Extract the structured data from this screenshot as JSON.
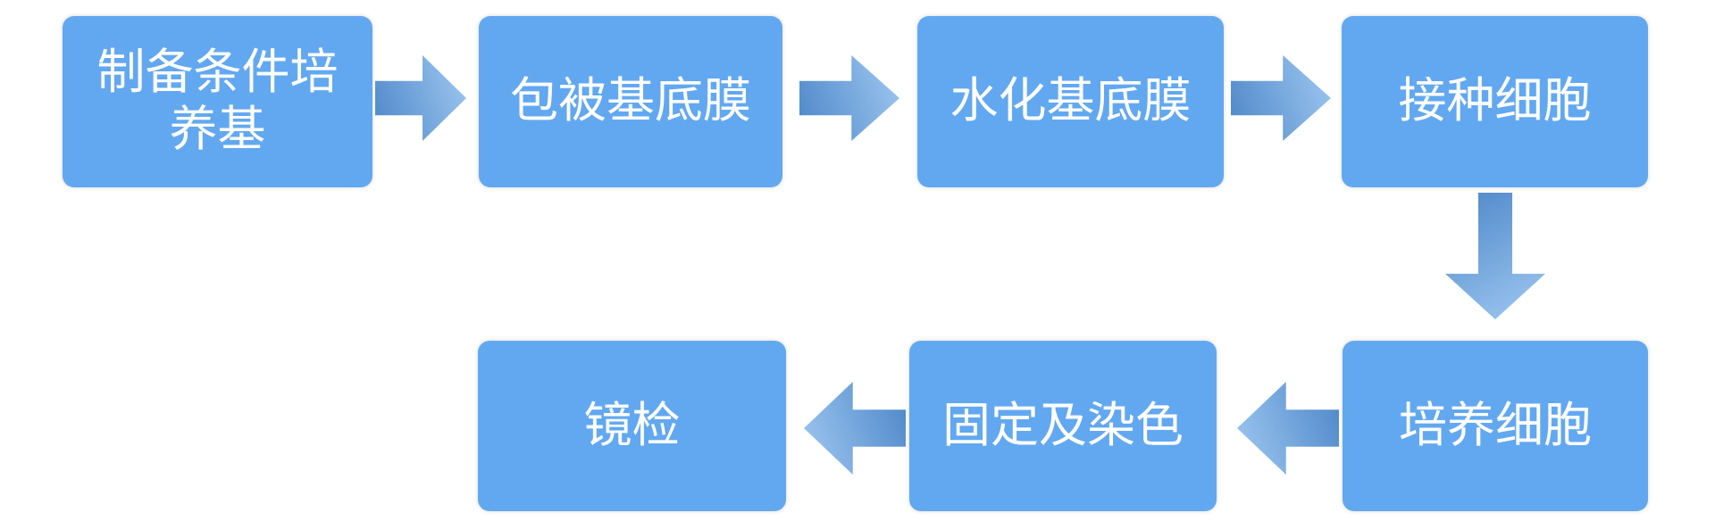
{
  "diagram": {
    "type": "flowchart",
    "colors": {
      "page-bg": "#ffffff",
      "node-fill": "#62a8f1",
      "node-text": "#ffffff",
      "arrow-dark": "#4d86c8",
      "arrow-light": "#a0c9f2"
    },
    "nodes": [
      {
        "label": "制备条件培养基"
      },
      {
        "label": "包被基底膜"
      },
      {
        "label": "水化基底膜"
      },
      {
        "label": "接种细胞"
      },
      {
        "label": "培养细胞"
      },
      {
        "label": "固定及染色"
      },
      {
        "label": "镜检"
      }
    ],
    "connections": [
      {
        "from": "制备条件培养基",
        "to": "包被基底膜",
        "direction": "right"
      },
      {
        "from": "包被基底膜",
        "to": "水化基底膜",
        "direction": "right"
      },
      {
        "from": "水化基底膜",
        "to": "接种细胞",
        "direction": "right"
      },
      {
        "from": "接种细胞",
        "to": "培养细胞",
        "direction": "down"
      },
      {
        "from": "培养细胞",
        "to": "固定及染色",
        "direction": "left"
      },
      {
        "from": "固定及染色",
        "to": "镜检",
        "direction": "left"
      }
    ],
    "sequence": [
      "制备条件培养基",
      "包被基底膜",
      "水化基底膜",
      "接种细胞",
      "培养细胞",
      "固定及染色",
      "镜检"
    ]
  }
}
